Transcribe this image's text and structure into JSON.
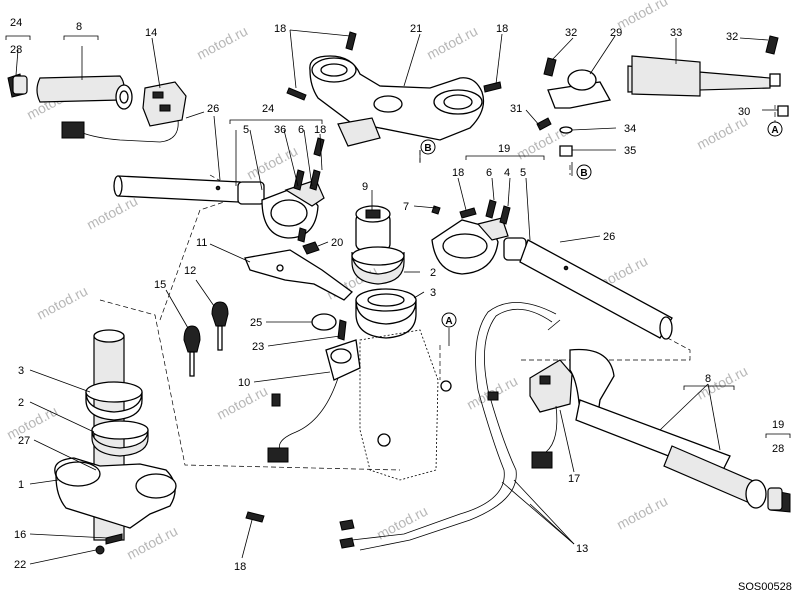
{
  "diagram": {
    "code": "SOS00528",
    "watermark": "motod.ru",
    "callouts": {
      "c24a": "24",
      "c28a": "28",
      "c8a": "8",
      "c14": "14",
      "c18a": "18",
      "c21": "21",
      "c18b": "18",
      "c32a": "32",
      "c29": "29",
      "c33": "33",
      "c32b": "32",
      "c26a": "26",
      "c24b": "24",
      "c5a": "5",
      "c36": "36",
      "c6a": "6",
      "c18c": "18",
      "c31": "31",
      "c34": "34",
      "c30": "30",
      "c35": "35",
      "c9": "9",
      "c7": "7",
      "c18d": "18",
      "c19a": "19",
      "c6b": "6",
      "c4": "4",
      "c5b": "5",
      "c26b": "26",
      "c20": "20",
      "c11": "11",
      "c2a": "2",
      "c12": "12",
      "c15": "15",
      "c3a": "3",
      "c25": "25",
      "c23": "23",
      "c10": "10",
      "c3b": "3",
      "c2b": "2",
      "c27": "27",
      "c1": "1",
      "c16": "16",
      "c22": "22",
      "c18e": "18",
      "c8b": "8",
      "c19b": "19",
      "c28b": "28",
      "c17": "17",
      "c13": "13"
    },
    "refs": {
      "A1": "A",
      "A2": "A",
      "B1": "B",
      "B2": "B"
    }
  }
}
